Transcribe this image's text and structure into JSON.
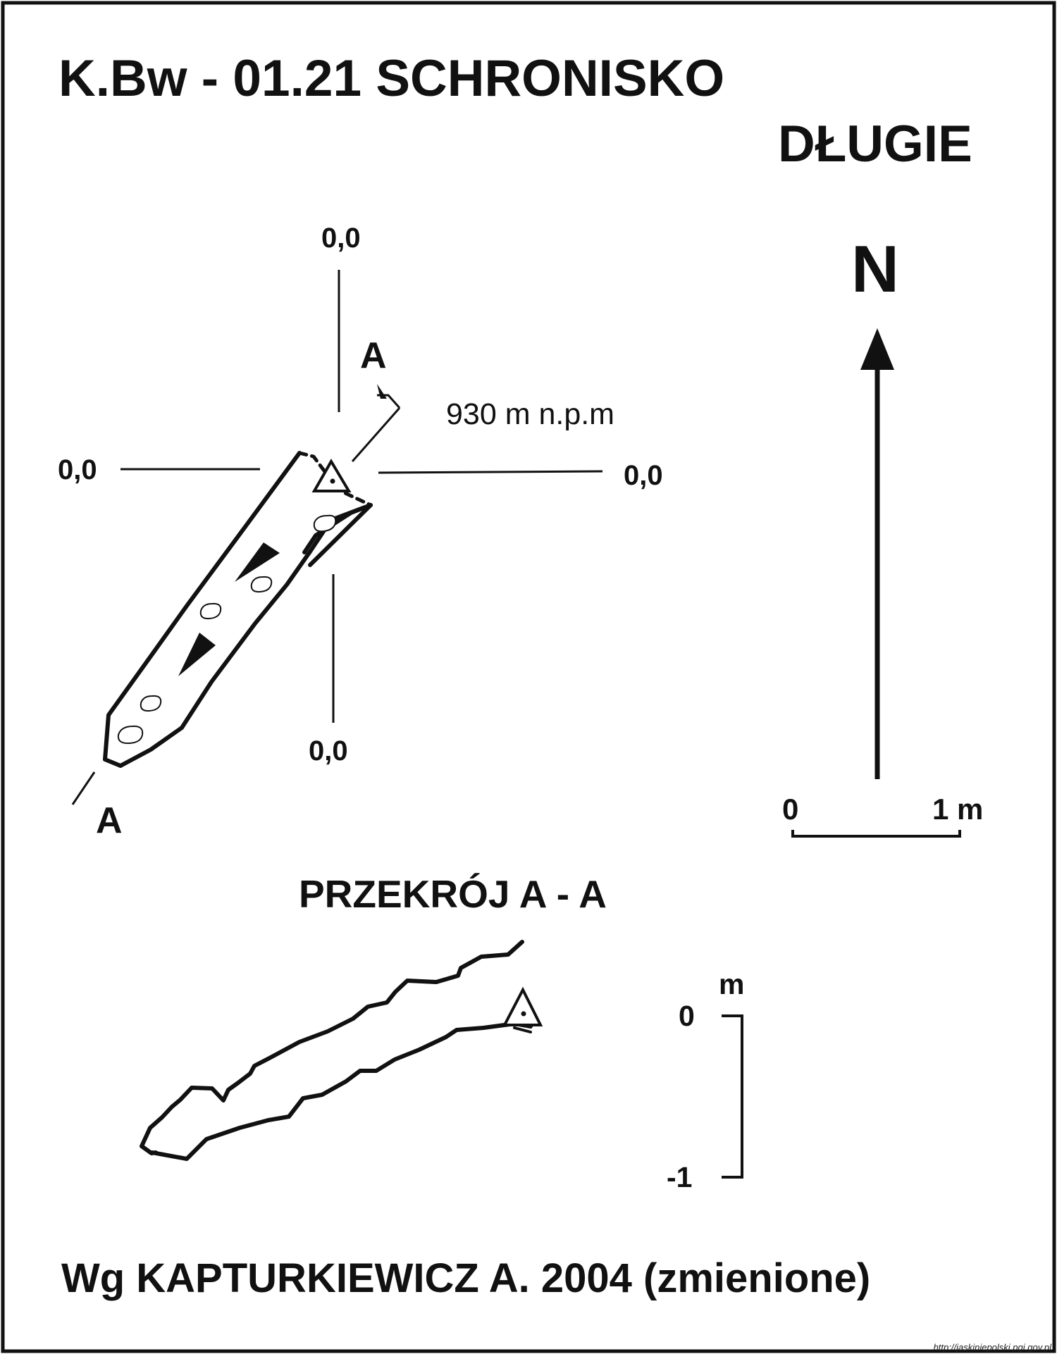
{
  "title": {
    "line1": "K.Bw - 01.21  SCHRONISKO",
    "line2": "DŁUGIE"
  },
  "plan": {
    "grid_labels": {
      "top": "0,0",
      "left": "0,0",
      "right": "0,0",
      "bottom": "0,0"
    },
    "section_label_top": "A",
    "section_label_bottom": "A",
    "elevation": "930 m n.p.m"
  },
  "north": {
    "label": "N"
  },
  "scale_bar": {
    "start": "0",
    "end": "1 m"
  },
  "section": {
    "title": "PRZEKRÓJ A - A",
    "scale_unit": "m",
    "scale_top": "0",
    "scale_bottom": "-1"
  },
  "source": "Wg KAPTURKIEWICZ A. 2004 (zmienione)",
  "url": "http://jaskiniepolski.pgi.gov.pl",
  "icons": [
    "entrance-triangle-icon",
    "north-arrow-icon",
    "rock-block-icon",
    "slope-arrow-icon"
  ]
}
